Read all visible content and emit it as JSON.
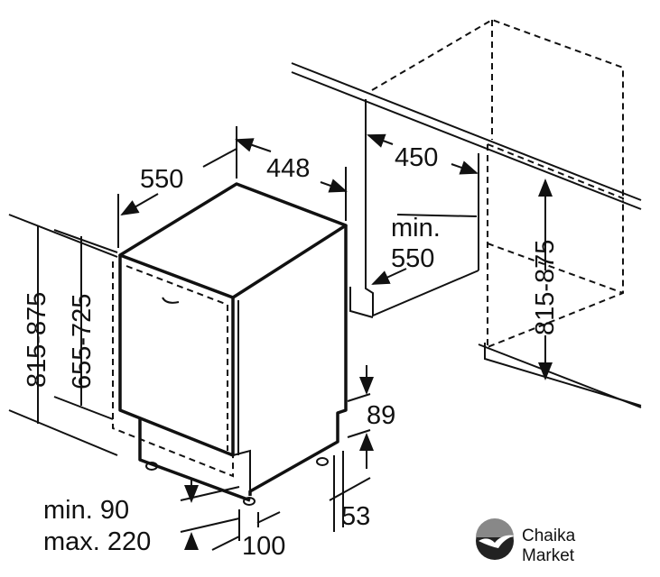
{
  "dimensions": {
    "depth": "550",
    "width": "448",
    "niche_width": "450",
    "niche_depth_label": "min.",
    "niche_depth": "550",
    "height_left": "815-875",
    "door_height": "655-725",
    "height_right": "815-875",
    "plinth_height": "89",
    "foot_height": "53",
    "plinth_min": "min. 90",
    "plinth_max": "max. 220",
    "plinth_depth": "100"
  },
  "logo": {
    "line1": "Chaika",
    "line2": "Market"
  }
}
